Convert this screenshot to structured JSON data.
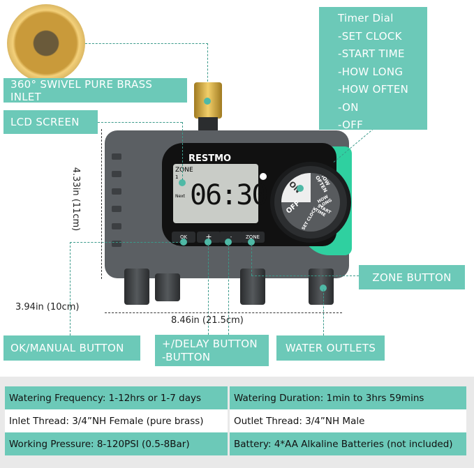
{
  "labels": {
    "timer_dial": {
      "title": "Timer Dial",
      "items": [
        "-SET CLOCK",
        "-START TIME",
        "-HOW LONG",
        "-HOW OFTEN",
        "-ON",
        "-OFF"
      ]
    },
    "brass_inlet": "360° SWIVEL PURE BRASS INLET",
    "lcd_screen": "LCD SCREEN",
    "zone_button": "ZONE BUTTON",
    "ok_manual_button": "OK/MANUAL BUTTON",
    "delay_button": "+/DELAY BUTTON",
    "minus_button": "-BUTTON",
    "water_outlets": "WATER OUTLETS"
  },
  "dimensions": {
    "height": "4.33in (11cm)",
    "depth": "3.94in (10cm)",
    "width": "8.46in (21.5cm)"
  },
  "device": {
    "brand": "RESTMO",
    "lcd_zone": "ZONE",
    "lcd_zone_num": "1",
    "lcd_next": "Next",
    "lcd_time": "06:30",
    "dial": [
      "ON",
      "HOW OFTEN",
      "HOW LONG",
      "START TIME",
      "SET CLOCK",
      "OFF"
    ],
    "buttons": [
      "OK",
      "+",
      "-",
      "ZONE"
    ]
  },
  "specs": [
    [
      "Watering Frequency: 1-12hrs or 1-7 days",
      "Watering Duration: 1min to 3hrs 59mins"
    ],
    [
      "Inlet Thread: 3/4”NH Female (pure brass)",
      "Outlet Thread: 3/4”NH Male"
    ],
    [
      "Working Pressure: 8-120PSI (0.5-8Bar)",
      "Battery: 4*AA Alkaline Batteries (not included)"
    ]
  ],
  "colors": {
    "accent": "#6cc9b8",
    "device_green": "#2fd0a0",
    "device_body": "#5b5f63"
  }
}
